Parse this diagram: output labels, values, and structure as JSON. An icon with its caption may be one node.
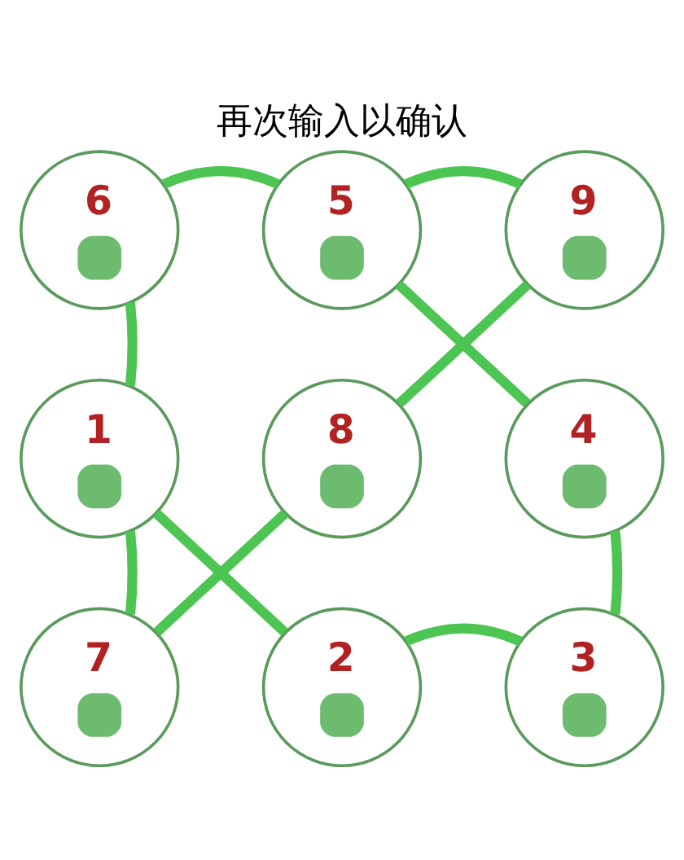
{
  "diagram": {
    "title": "再次输入以确认",
    "nodes": [
      {
        "text": [
          "6"
        ]
      },
      {
        "text": [
          "5"
        ]
      },
      {
        "text": [
          "9"
        ]
      },
      {
        "text": [
          "1"
        ]
      },
      {
        "text": [
          "8"
        ]
      },
      {
        "text": [
          "4"
        ]
      },
      {
        "text": [
          "7"
        ]
      },
      {
        "text": [
          "2"
        ]
      },
      {
        "text": [
          "3"
        ]
      }
    ],
    "edges": [
      {
        "from": 0,
        "to": 1,
        "arrow": "none"
      },
      {
        "from": 0,
        "to": 3,
        "arrow": "none"
      },
      {
        "from": 1,
        "to": 2,
        "arrow": "none"
      },
      {
        "from": 1,
        "to": 5,
        "arrow": "none"
      },
      {
        "from": 2,
        "to": 4,
        "arrow": "none"
      },
      {
        "from": 3,
        "to": 6,
        "arrow": "none"
      },
      {
        "from": 3,
        "to": 7,
        "arrow": "none"
      },
      {
        "from": 4,
        "to": 6,
        "arrow": "none"
      },
      {
        "from": 7,
        "to": 8,
        "arrow": "none"
      },
      {
        "from": 5,
        "to": 8,
        "arrow": "none"
      }
    ]
  }
}
